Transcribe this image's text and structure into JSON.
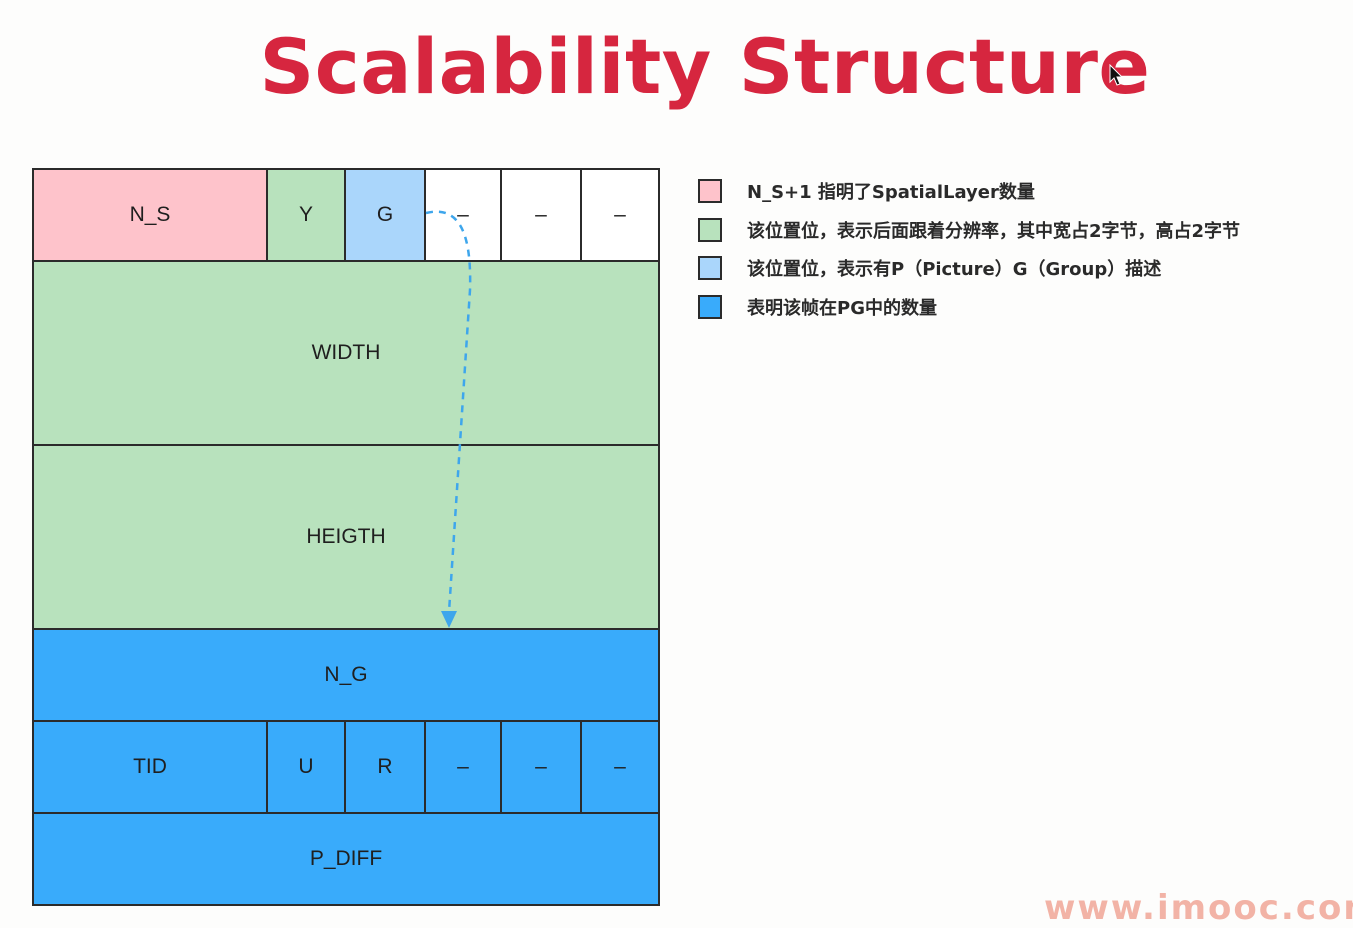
{
  "title": "Scalability Structure",
  "colors": {
    "title": "#d6263f",
    "pink": "#fec3cb",
    "green": "#b8e2bd",
    "light_blue": "#aad6fb",
    "blue": "#39abfb",
    "white": "#ffffff",
    "arrow": "#3ea6ec"
  },
  "rows": [
    {
      "name": "row-1",
      "cells": [
        {
          "label": "N_S",
          "color": "pink",
          "span": 3
        },
        {
          "label": "Y",
          "color": "green",
          "span": 1
        },
        {
          "label": "G",
          "color": "light_blue",
          "span": 1
        },
        {
          "label": "–",
          "color": "white",
          "span": 1
        },
        {
          "label": "–",
          "color": "white",
          "span": 1
        },
        {
          "label": "–",
          "color": "white",
          "span": 1
        }
      ]
    },
    {
      "name": "row-width",
      "cells": [
        {
          "label": "WIDTH",
          "color": "green",
          "span": 8
        }
      ]
    },
    {
      "name": "row-height",
      "cells": [
        {
          "label": "HEIGTH",
          "color": "green",
          "span": 8
        }
      ]
    },
    {
      "name": "row-ng",
      "cells": [
        {
          "label": "N_G",
          "color": "blue",
          "span": 8
        }
      ]
    },
    {
      "name": "row-tid",
      "cells": [
        {
          "label": "TID",
          "color": "blue",
          "span": 3
        },
        {
          "label": "U",
          "color": "blue",
          "span": 1
        },
        {
          "label": "R",
          "color": "blue",
          "span": 1
        },
        {
          "label": "–",
          "color": "blue",
          "span": 1
        },
        {
          "label": "–",
          "color": "blue",
          "span": 1
        },
        {
          "label": "–",
          "color": "blue",
          "span": 1
        }
      ]
    },
    {
      "name": "row-pdiff",
      "cells": [
        {
          "label": "P_DIFF",
          "color": "blue",
          "span": 8
        }
      ]
    }
  ],
  "legend": [
    {
      "color": "pink",
      "text": "N_S+1 指明了SpatialLayer数量"
    },
    {
      "color": "green",
      "text": "该位置位，表示后面跟着分辨率，其中宽占2字节，高占2字节"
    },
    {
      "color": "light_blue",
      "text": "该位置位，表示有P（Picture）G（Group）描述"
    },
    {
      "color": "blue",
      "text": "表明该帧在PG中的数量"
    }
  ],
  "watermark": "www.imooc.com"
}
